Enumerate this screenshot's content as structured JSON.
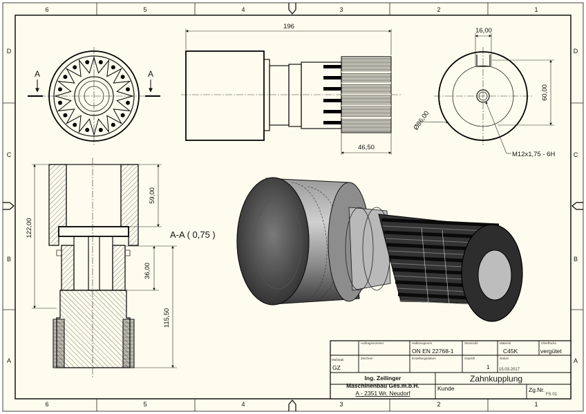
{
  "grid": {
    "columns": [
      "6",
      "5",
      "4",
      "3",
      "2",
      "1"
    ],
    "rows": [
      "D",
      "C",
      "B",
      "A"
    ]
  },
  "views": {
    "section_marker": "A",
    "section_title": "A-A ( 0,75 )"
  },
  "dimensions": {
    "overall_length": "196",
    "spline_length": "46,50",
    "key_width": "16,00",
    "bore_depth": "60,00",
    "outer_diameter": "Ø86,00",
    "thread": "M12x1,75 - 6H",
    "height_total": "122,00",
    "height_bore": "59,00",
    "height_mid": "36,00",
    "height_lower": "115,50"
  },
  "title_block": {
    "labels": {
      "order_no": "Auftragsnummer",
      "semi_finished": "Halbzeugnorm",
      "item_count": "Stückzahl",
      "material": "Material",
      "surface": "Oberfläche",
      "scale": "Maßstab",
      "drawn_by": "Zeichner",
      "date_label": "Erstellungsdatum",
      "date_col": "Datum",
      "checked": "Geprüft",
      "customer": "Kunde",
      "drawing_no": "Zg.Nr."
    },
    "standard": "ON EN 22768-1",
    "material": "C45K",
    "treatment": "vergütet",
    "quantity": "1",
    "date": "15.03.2017",
    "scale_value": "GZ",
    "title": "Zahnkupplung",
    "company_line1": "Ing. Zeilinger",
    "company_line2": "Maschinenbau Ges.m.b.H.",
    "company_line3": "A - 2351 Wr. Neudorf",
    "drawing_no_value": "FS 01"
  }
}
